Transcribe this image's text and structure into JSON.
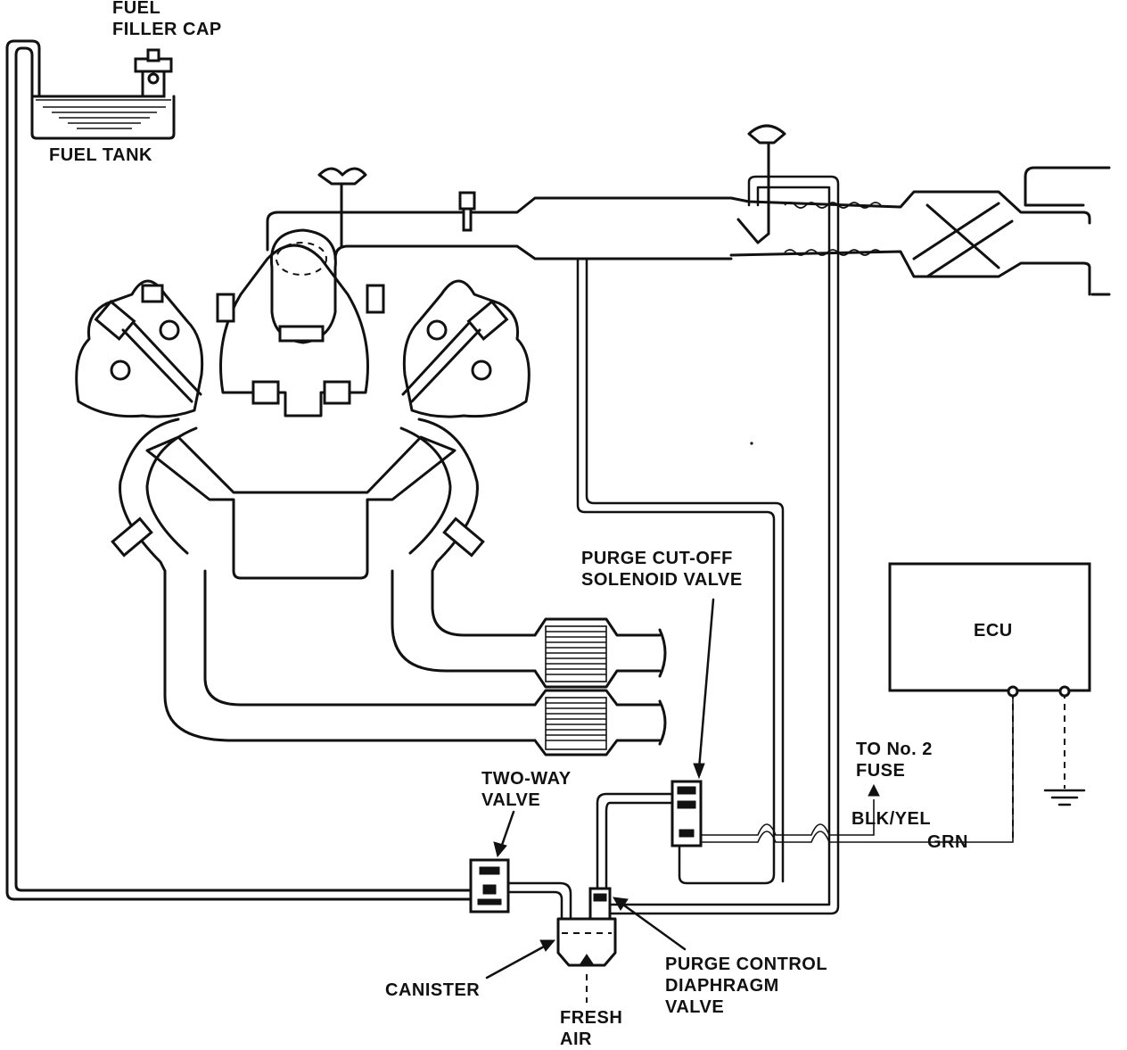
{
  "labels": {
    "fuel_filler_cap": [
      "FUEL",
      "FILLER CAP"
    ],
    "fuel_tank": "FUEL TANK",
    "purge_cutoff_solenoid_valve": [
      "PURGE CUT-OFF",
      "SOLENOID VALVE"
    ],
    "ecu": "ECU",
    "to_no2_fuse": [
      "TO No. 2",
      "FUSE"
    ],
    "blk_yel": "BLK/YEL",
    "grn": "GRN",
    "two_way_valve": [
      "TWO-WAY",
      "VALVE"
    ],
    "canister": "CANISTER",
    "fresh_air": [
      "FRESH",
      "AIR"
    ],
    "purge_control_diaphragm_valve": [
      "PURGE CONTROL",
      "DIAPHRAGM",
      "VALVE"
    ]
  }
}
